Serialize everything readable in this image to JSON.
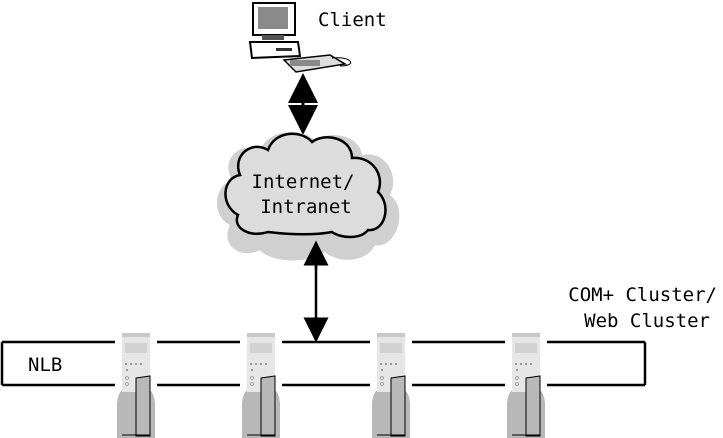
{
  "diagram": {
    "type": "network-architecture",
    "nodes": {
      "client": {
        "label": "Client",
        "icon": "desktop-computer-icon"
      },
      "network": {
        "line1": "Internet/",
        "line2": "Intranet",
        "icon": "cloud-icon"
      },
      "nlb": {
        "label": "NLB"
      },
      "cluster": {
        "line1": "COM+ Cluster/",
        "line2": "Web Cluster"
      },
      "servers": [
        {
          "icon": "server-tower-icon"
        },
        {
          "icon": "server-tower-icon"
        },
        {
          "icon": "server-tower-icon"
        },
        {
          "icon": "server-tower-icon"
        }
      ]
    },
    "edges": [
      {
        "from": "client",
        "to": "network",
        "style": "bidirectional-arrow"
      },
      {
        "from": "network",
        "to": "cluster",
        "style": "bidirectional-arrow"
      }
    ],
    "colors": {
      "line": "#000000",
      "cloud_shadow": "#cfcfcf",
      "cloud_fill": "#d9d9d9",
      "server_light": "#e6e6e6",
      "server_dark": "#b8b8b8"
    }
  }
}
